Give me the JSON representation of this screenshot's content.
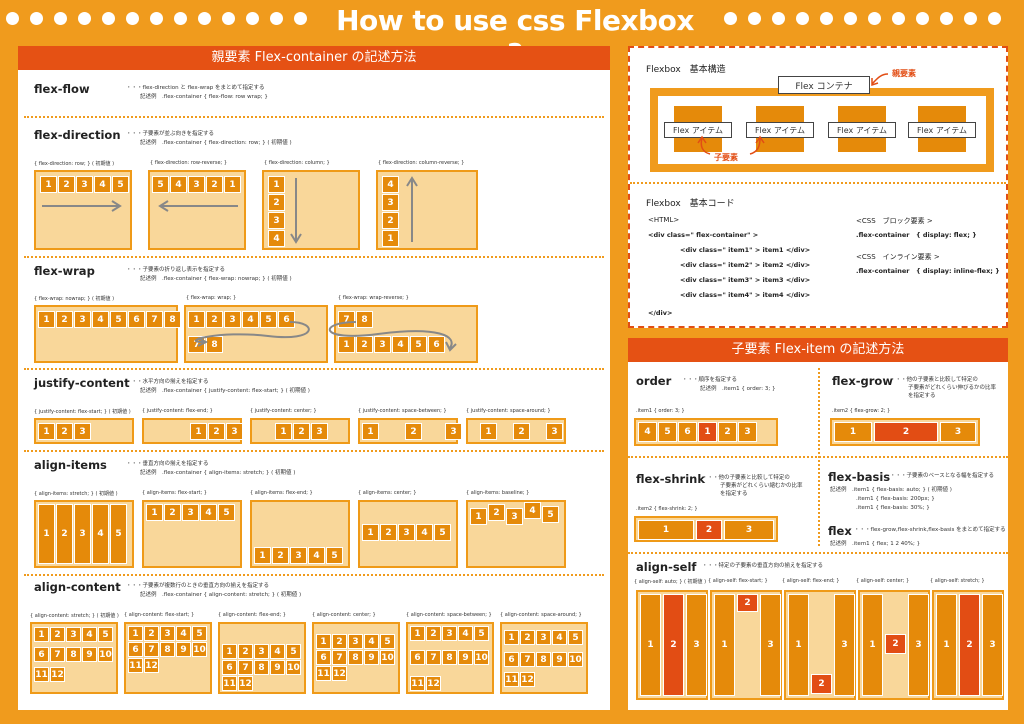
{
  "title": "How to use css Flexbox ?",
  "left": {
    "header": "親要素 Flex-container の記述方法",
    "flow": {
      "name": "flex-flow",
      "desc1": "・・・flex-direction と flex-wrap をまとめて指定する",
      "desc2": "記述例　.flex-container { flex-flow: row wrap; }"
    },
    "direction": {
      "name": "flex-direction",
      "desc1": "・・・子要素が並ぶ向きを指定する",
      "desc2": "記述例　.flex-container { flex-direction: row; } ( 初期値 )",
      "labels": [
        "{ flex-direction: row; } ( 初期値 )",
        "{ flex-direction: row-reverse; }",
        "{ flex-direction: column; }",
        "{ flex-direction: column-reverse; }"
      ]
    },
    "wrap": {
      "name": "flex-wrap",
      "desc1": "・・・子要素の折り返し表示を指定する",
      "desc2": "記述例　.flex-container { flex-wrap: nowrap; } ( 初期値 )",
      "labels": [
        "{ flex-wrap: nowrap; } ( 初期値 )",
        "{ flex-wrap: wrap; }",
        "{ flex-wrap: wrap-reverse; }"
      ]
    },
    "justify": {
      "name": "justify-content",
      "desc1": "・・・水平方向の揃えを指定する",
      "desc2": "記述例　.flex-container { justify-content: flex-start; } ( 初期値 )",
      "labels": [
        "{ justify-content: flex-start; } ( 初期値 )",
        "{ justify-content: flex-end; }",
        "{ justify-content: center; }",
        "{ justify-content: space-between; }",
        "{ justify-content: space-around; }"
      ]
    },
    "items": {
      "name": "align-items",
      "desc1": "・・・垂直方向の揃えを指定する",
      "desc2": "記述例　.flex-container { align-items: stretch; } ( 初期値 )",
      "labels": [
        "{ align-items: stretch; } ( 初期値 )",
        "{ align-items: flex-start; }",
        "{ align-items: flex-end; }",
        "{ align-items: center; }",
        "{ align-items: baseline; }"
      ]
    },
    "content": {
      "name": "align-content",
      "desc1": "・・・子要素が複数行のときの垂直方向の揃えを指定する",
      "desc2": "記述例　.flex-container { align-content: stretch; } ( 初期値 )",
      "labels": [
        "{ align-content: stretch; } ( 初期値 )",
        "{ align-content: flex-start; }",
        "{ align-content: flex-end; }",
        "{ align-content: center; }",
        "{ align-content: space-between; }",
        "{ align-content: space-around; }"
      ]
    }
  },
  "basic": {
    "title": "Flexbox　基本構造",
    "container": "Flex コンテナ",
    "parent": "親要素",
    "child": "子要素",
    "item": "Flex アイテム",
    "code_title": "Flexbox　基本コード",
    "html": "<HTML>",
    "lines": [
      "<div class=\"  flex-container\"  >",
      "<div class=\"  item1\"  >  item1 </div>",
      "<div class=\"  item2\"  >  item2 </div>",
      "<div class=\"  item3\"  >  item3 </div>",
      "<div class=\"  item4\"  >  item4 </div>",
      "</div>"
    ],
    "css1": "<CSS　ブロック要素 >",
    "css1code": ".flex-container　{ display: flex; }",
    "css2": "<CSS　インライン要素 >",
    "css2code": ".flex-container　{ display: inline-flex; }"
  },
  "right": {
    "header": "子要素 Flex-item の記述方法",
    "order": {
      "name": "order",
      "desc1": "・・・順序を指定する",
      "desc2": "記述例　.item1 { order: 3; }",
      "label": ".item1 { order: 3; }"
    },
    "grow": {
      "name": "flex-grow",
      "desc1": "・・・他の子要素と比較して特定の",
      "desc2": "子要素がどれくらい伸びるかの比率",
      "desc3": "を指定する",
      "label": ".item2 { flex-grow: 2; }"
    },
    "shrink": {
      "name": "flex-shrink",
      "desc1": "・・・他の子要素と比較して特定の",
      "desc2": "子要素がどれくらい縮むかの比率",
      "desc3": "を指定する",
      "label": ".item2 { flex-shrink: 2; }"
    },
    "basis": {
      "name": "flex-basis",
      "desc1": "・・・子要素のベースとなる幅を指定する",
      "desc2": "記述例　.item1 { flex-basis: auto; } ( 初期値 )",
      "desc3": ".item1 { flex-basis: 200px; }",
      "desc4": ".item1 { flex-basis: 30%; }"
    },
    "flex": {
      "name": "flex",
      "desc1": "・・・flex-grow,flex-shrink,flex-basis をまとめて指定する",
      "desc2": "記述例　.item1 { flex; 1 2 40%; }"
    },
    "self": {
      "name": "align-self",
      "desc1": "・・・特定の子要素の垂直方向の揃えを指定する",
      "labels": [
        "{ align-self: auto; } ( 初期値 )",
        "{ align-self: flex-start; }",
        "{ align-self: flex-end; }",
        "{ align-self: center; }",
        "{ align-self: stretch; }"
      ]
    }
  },
  "items": {
    "1": "1",
    "2": "2",
    "3": "3",
    "4": "4",
    "5": "5",
    "6": "6",
    "7": "7",
    "8": "8",
    "9": "9",
    "10": "10",
    "11": "11",
    "12": "12"
  },
  "colors": {
    "orange": "#f09b1d",
    "red": "#e24d14",
    "item": "#e58a0a",
    "box": "#f9d79a"
  }
}
